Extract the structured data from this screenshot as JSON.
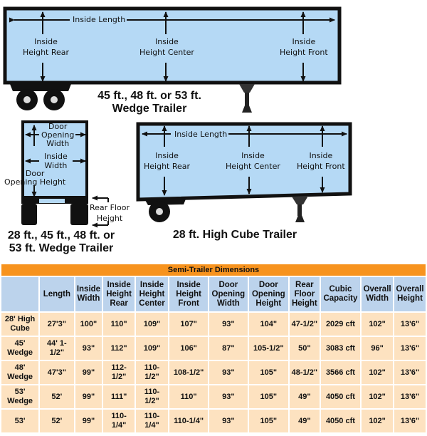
{
  "diagram_top": {
    "caption_line1": "45 ft., 48 ft. or 53 ft.",
    "caption_line2": "Wedge Trailer",
    "labels": {
      "inside_length": "Inside Length",
      "height_rear_1": "Inside",
      "height_rear_2": "Height Rear",
      "height_center_1": "Inside",
      "height_center_2": "Height Center",
      "height_front_1": "Inside",
      "height_front_2": "Height Front"
    }
  },
  "diagram_rear": {
    "caption_line1": "28 ft., 45 ft., 48 ft. or",
    "caption_line2": "53 ft. Wedge Trailer",
    "labels": {
      "door_opening_width_1": "Door",
      "door_opening_width_2": "Opening",
      "door_opening_width_3": "Width",
      "inside_width_1": "Inside",
      "inside_width_2": "Width",
      "door_opening_height_1": "Door",
      "door_opening_height_2": "Opening Height",
      "rear_floor_height_1": "Rear Floor",
      "rear_floor_height_2": "Height"
    }
  },
  "diagram_highcube": {
    "caption": "28 ft. High Cube Trailer",
    "labels": {
      "inside_length": "Inside Length",
      "height_rear_1": "Inside",
      "height_rear_2": "Height Rear",
      "height_center_1": "Inside",
      "height_center_2": "Height Center",
      "height_front_1": "Inside",
      "height_front_2": "Height Front"
    }
  },
  "table": {
    "title": "Semi-Trailer Dimensions",
    "headers": [
      "",
      "Length",
      "Inside Width",
      "Inside Height Rear",
      "Inside Height Center",
      "Inside Height Front",
      "Door Opening Width",
      "Door Opening Height",
      "Rear Floor Height",
      "Cubic Capacity",
      "Overall Width",
      "Overall Height"
    ],
    "rows": [
      [
        "28' High Cube",
        "27'3\"",
        "100\"",
        "110\"",
        "109\"",
        "107\"",
        "93\"",
        "104\"",
        "47-1/2\"",
        "2029 cft",
        "102\"",
        "13'6\""
      ],
      [
        "45' Wedge",
        "44' 1-1/2\"",
        "93\"",
        "112\"",
        "109\"",
        "106\"",
        "87\"",
        "105-1/2\"",
        "50\"",
        "3083 cft",
        "96\"",
        "13'6\""
      ],
      [
        "48' Wedge",
        "47'3\"",
        "99\"",
        "112-1/2\"",
        "110-1/2\"",
        "108-1/2\"",
        "93\"",
        "105\"",
        "48-1/2\"",
        "3566 cft",
        "102\"",
        "13'6\""
      ],
      [
        "53' Wedge",
        "52'",
        "99\"",
        "111\"",
        "110-1/2\"",
        "110\"",
        "93\"",
        "105\"",
        "49\"",
        "4050 cft",
        "102\"",
        "13'6\""
      ],
      [
        "53'",
        "52'",
        "99\"",
        "110-1/4\"",
        "110-1/4\"",
        "110-1/4\"",
        "93\"",
        "105\"",
        "49\"",
        "4050 cft",
        "102\"",
        "13'6\""
      ]
    ]
  },
  "colors": {
    "trailer_fill": "#b5d9f5",
    "title_bar": "#f7931e",
    "header_bg": "#bcd3ec",
    "cell_bg": "#fde2c0"
  }
}
